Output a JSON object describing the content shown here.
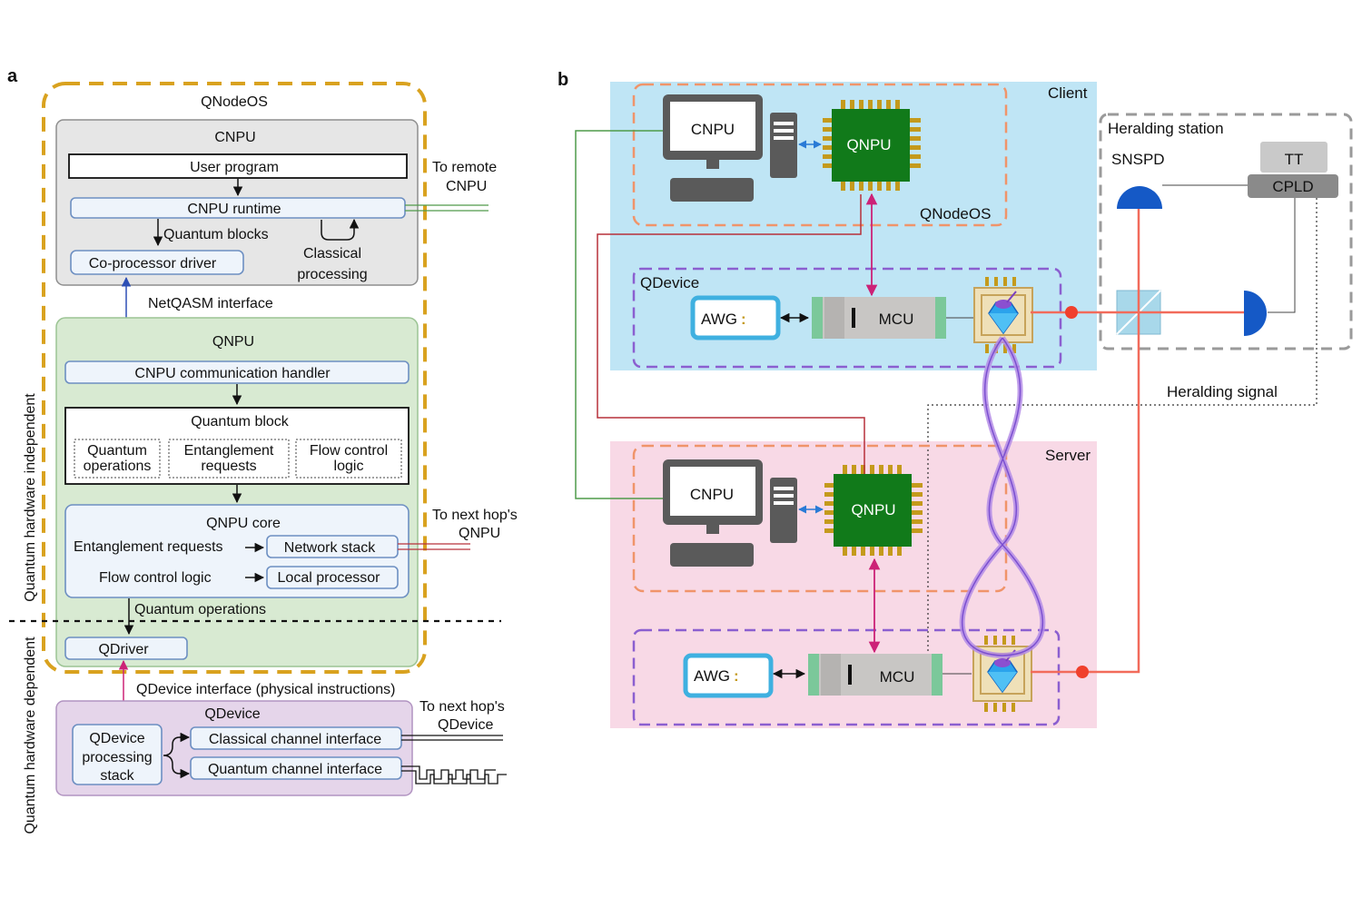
{
  "panel_a": {
    "label": "a",
    "qnodeos_title": "QNodeOS",
    "cnpu": {
      "title": "CNPU",
      "user_program": "User program",
      "runtime": "CNPU runtime",
      "quantum_blocks": "Quantum blocks",
      "classical_processing_1": "Classical",
      "classical_processing_2": "processing",
      "coprocessor_driver": "Co-processor driver"
    },
    "to_remote_cnpu_1": "To remote",
    "to_remote_cnpu_2": "CNPU",
    "netqasm_interface": "NetQASM interface",
    "qnpu": {
      "title": "QNPU",
      "comm_handler": "CNPU communication handler",
      "quantum_block_title": "Quantum block",
      "qb_ops_1": "Quantum",
      "qb_ops_2": "operations",
      "qb_ent_1": "Entanglement",
      "qb_ent_2": "requests",
      "qb_flow_1": "Flow control",
      "qb_flow_2": "logic",
      "core_title": "QNPU core",
      "core_ent": "Entanglement requests",
      "core_flow": "Flow control logic",
      "network_stack": "Network stack",
      "local_processor": "Local processor",
      "quantum_operations": "Quantum operations",
      "qdriver": "QDriver"
    },
    "to_next_qnpu_1": "To next hop's",
    "to_next_qnpu_2": "QNPU",
    "hw_independent": "Quantum hardware independent",
    "hw_dependent": "Quantum hardware dependent",
    "qdevice_interface": "QDevice interface (physical instructions)",
    "qdevice": {
      "title": "QDevice",
      "stack_1": "QDevice",
      "stack_2": "processing",
      "stack_3": "stack",
      "classical_channel": "Classical channel interface",
      "quantum_channel": "Quantum channel interface"
    },
    "to_next_qdevice_1": "To next hop's",
    "to_next_qdevice_2": "QDevice"
  },
  "panel_b": {
    "label": "b",
    "client": "Client",
    "server": "Server",
    "qnodeos": "QNodeOS",
    "qdevice": "QDevice",
    "cnpu": "CNPU",
    "qnpu": "QNPU",
    "awg": "AWG",
    "mcu": "MCU",
    "heralding_station": "Heralding station",
    "snspd": "SNSPD",
    "tt": "TT",
    "cpld": "CPLD",
    "heralding_signal": "Heralding signal"
  },
  "colors": {
    "qnodeos_dash": "#d9a21f",
    "cnpu_fill": "#e6e6e6",
    "qnpu_fill": "#d8ead2",
    "qdevice_fill": "#e5d5ea",
    "client_bg": "#bfe5f5",
    "server_bg": "#f8d9e6",
    "qnodeos_b_dash": "#f0946a",
    "qdevice_b_dash": "#8b5fd0",
    "chip_green": "#117a1a",
    "laser_red": "#f26b5b",
    "awg_blue": "#3fb0e0"
  }
}
